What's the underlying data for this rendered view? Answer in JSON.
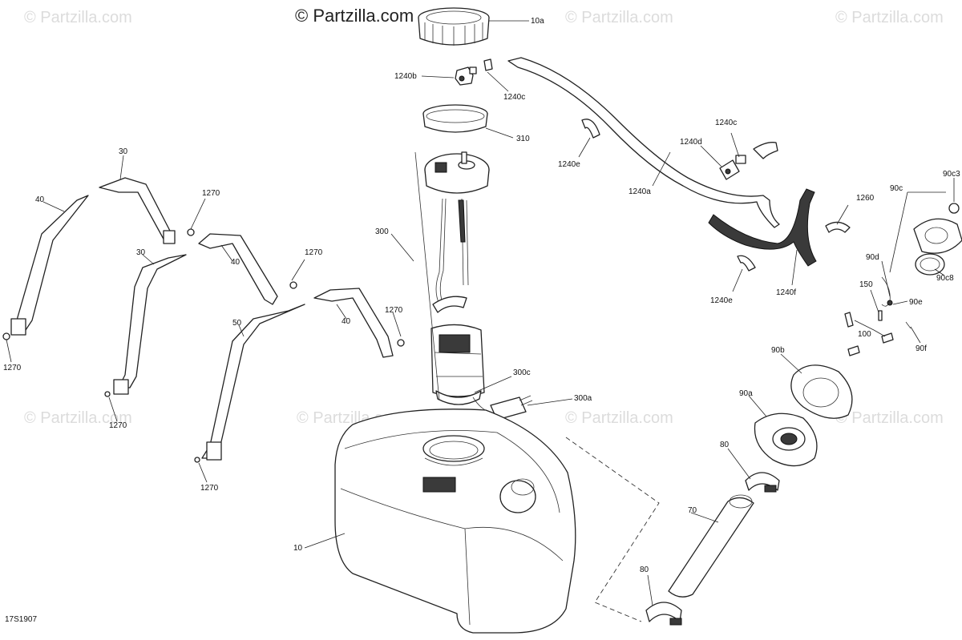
{
  "watermark": {
    "top_text": "© Partzilla.com",
    "repeat_text": "© Partzilla.com"
  },
  "diagram_code": "17S1907",
  "callouts": {
    "c10a": "10a",
    "c1240b": "1240b",
    "c1240c_top": "1240c",
    "c310": "310",
    "c1240e_top": "1240e",
    "c1240a": "1240a",
    "c1240d": "1240d",
    "c1240c_right": "1240c",
    "c1260": "1260",
    "c1240e_bottom": "1240e",
    "c1240f": "1240f",
    "c90c3": "90c3",
    "c90c": "90c",
    "c90c8": "90c8",
    "c90d": "90d",
    "c90e": "90e",
    "c150": "150",
    "c100": "100",
    "c90f": "90f",
    "c90b": "90b",
    "c90a": "90a",
    "c80_top": "80",
    "c70": "70",
    "c80_bottom": "80",
    "c300": "300",
    "c300c": "300c",
    "c300a": "300a",
    "c10": "10",
    "c30_top": "30",
    "c40_left": "40",
    "c1270_a": "1270",
    "c30_mid": "30",
    "c40_mid": "40",
    "c1270_b": "1270",
    "c50": "50",
    "c40_right": "40",
    "c1270_c": "1270",
    "c1270_left": "1270",
    "c1270_d": "1270",
    "c1270_e": "1270"
  }
}
